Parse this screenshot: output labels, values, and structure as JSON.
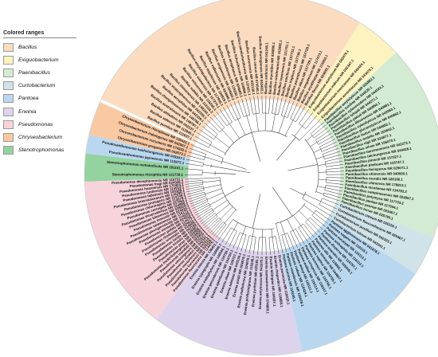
{
  "legend": {
    "title": "Colored ranges",
    "items": [
      {
        "label": "Bacillus",
        "color": "#fbdcc0"
      },
      {
        "label": "Exiguobacterium",
        "color": "#fdf3c0"
      },
      {
        "label": "Paenibacillus",
        "color": "#d2ebd2"
      },
      {
        "label": "Curtobacterium",
        "color": "#cfe3e8"
      },
      {
        "label": "Pantoea",
        "color": "#b9d8f0"
      },
      {
        "label": "Erwinia",
        "color": "#ddd3ec"
      },
      {
        "label": "Pseudomonas",
        "color": "#f7d4dc"
      },
      {
        "label": "Chryseobacterium",
        "color": "#f9c9a4"
      },
      {
        "label": "Stenotrophomonas",
        "color": "#94d29f"
      }
    ]
  },
  "clades": [
    {
      "genus": "Bacillus",
      "color": "#fbdcc0",
      "start": -155,
      "end": -58,
      "leaves": [
        "Bacillus pumilus NR 112637.1",
        "Bacillus safensis NR 113945.1",
        "Bacillus altitudinis NR 042337.1",
        "Bacillus australimaris NR 148787.1",
        "Bacillus zhangzhouensis NR 148786.1",
        "Bacillus aerophilus NR 042339.1",
        "Bacillus stratosphericus NR 042336.1",
        "Bacillus xiamenensis NR 148244.1",
        "Bacillus subtilis NR 112116.2",
        "Bacillus velezensis NR 116240.1",
        "Bacillus siamensis NR 117274.1",
        "Bacillus amyloliquefaciens NR 117946.1",
        "Bacillus tequilensis NR 104919.1",
        "Bacillus vallismortis NR 024696.1",
        "Bacillus mojavensis NR 024693.1",
        "Bacillus halotolerans NR 115282.1",
        "Bacillus atrophaeus NR 024689.1",
        "Bacillus licheniformis NR 118996.1",
        "Bacillus paralicheniformis NR 137421.1",
        "Bacillus sonorensis NR 025130.1",
        "Bacillus cereus NR 074540.1",
        "Bacillus thuringiensis NR 043403.1",
        "Bacillus anthracis NR 041248.1",
        "Bacillus mycoides NR 036880.1",
        "Bacillus wiedmannii NR 152692.1",
        "Bacillus toyonensis NR 121761.1",
        "Bacillus pacificus NR 157733.1",
        "Bacillus tropicus NR 157736.1",
        "Bacillus paranthracis NR 157728.1",
        "Bacillus albus NR 157729.1",
        "Bacillus megaterium NR 117473.1",
        "Bacillus aryabhattai NR 115953.1",
        "Bacillus flexus NR 024691.1"
      ]
    },
    {
      "genus": "Exiguobacterium",
      "color": "#fdf3c0",
      "start": -58,
      "end": -43,
      "leaves": [
        "Exiguobacterium acetylicum NR 043479.1",
        "Exiguobacterium indicum NR 042347.1",
        "Exiguobacterium mexicanum NR 042424.1",
        "Exiguobacterium aurantiacum NR 043478.1"
      ]
    },
    {
      "genus": "Paenibacillus",
      "color": "#d2ebd2",
      "start": -43,
      "end": 20,
      "leaves": [
        "Paenibacillus amylolyticus NR 025882.1",
        "Paenibacillus tundrae NR 044525.1",
        "Paenibacillus xylanexedens NR 044524.1",
        "Paenibacillus tylopili NR 044271.1",
        "Paenibacillus pabuli NR 040853.1",
        "Paenibacillus illinoisensis NR 040881.1",
        "Paenibacillus xylanilyticus NR 043063.1",
        "Paenibacillus glucanolyticus NR 040882.1",
        "Paenibacillus lautus NR 040882.1",
        "Paenibacillus mobilis NR 163842.1",
        "Paenibacillus elgii NR 024877.1",
        "Paenibacillus silvae NR 156070.1",
        "Paenibacillus barcinonensis NR 042272.1",
        "Paenibacillus taichungensis NR 044428.1",
        "Paenibacillus pinisoli NR 137327.1",
        "Paenibacillus pinihumi NR 116747.1",
        "Paenibacillus favisporus NR 029071.1",
        "Paenibacillus ehimensis NR 040920.1",
        "Paenibacillus muralis NR 180160.1",
        "Paenibacillus chinensis NR 178813.1",
        "Paenibacillus nicotianae NR 134783.2",
        "Paenibacillus campinasensis NR 024857.1",
        "Paenibacillus polymyxa NR 117733.2",
        "Paenibacillus jamilae NR 117034.1",
        "Paenibacillus peoriae NR 023457.1",
        "Paenibacillus terrae NR 025795.1"
      ]
    },
    {
      "genus": "Curtobacterium",
      "color": "#cfe3e8",
      "start": 20,
      "end": 33,
      "leaves": [
        "Curtobacterium citreum NR 026156.1",
        "Curtobacterium flaccumfaciens NR 025467.1",
        "Curtobacterium pusillum NR 042323.1",
        "Curtobacterium luteum NR 043341.1"
      ]
    },
    {
      "genus": "Pantoea",
      "color": "#b9d8f0",
      "start": 33,
      "end": 78,
      "leaves": [
        "Pantoea agglomerans NR 041978.1",
        "Pantoea vagans NR 116115.1",
        "Pantoea eucalypti NR 116113.1",
        "Pantoea anthophila NR 116112.1",
        "Pantoea dispersa NR 116797.1",
        "Pantoea ananatis NR 026045.1",
        "Pantoea allii NR 115865.1",
        "Pantoea stewartii NR 044807.1",
        "Pantoea septica NR 116755.1",
        "Pantoea brenneri NR 116756.1",
        "Pantoea conspicua NR 116247.1",
        "Pantoea wallisii NR 116114.1",
        "Pantoea deleyi NR 116111.1",
        "Pantoea rodasii NR 118429.1",
        "Pantoea rwandensis NR 118428.1",
        "Pantoea eucrina NR 116246.1"
      ]
    },
    {
      "genus": "Erwinia",
      "color": "#ddd3ec",
      "start": 78,
      "end": 127,
      "leaves": [
        "Erwinia persicina NR 118432.1",
        "Erwinia rhapontici NR 118858.1",
        "Erwinia billingiae NR 104937.1",
        "Erwinia tasmaniensis NR 074869.1",
        "Erwinia amylovora NR 041970.1",
        "Erwinia pyrifoliae NR 025181.1",
        "Erwinia piriflorinigrans NR 116248.1",
        "Erwinia mallotivora NR 104879.1",
        "Erwinia psidii NR 024879.1",
        "Erwinia toletana NR 043130.1",
        "Erwinia oleae NR 109707.1",
        "Erwinia aphidicola NR 104724.1",
        "Erwinia gerundensis NR 134755.1",
        "Erwinia endophytica NR 146044.1",
        "Erwinia typographi NR 116686.1",
        "Erwinia iniecta NR 136451.1"
      ]
    },
    {
      "genus": "Pseudomonas",
      "color": "#f7d4dc",
      "start": 127,
      "end": 178,
      "leaves": [
        "Pseudomonas fluorescens NR 114476.1",
        "Pseudomonas koreensis NR 025228.1",
        "Pseudomonas moraviensis NR 043314.1",
        "Pseudomonas reinekei NR 042541.1",
        "Pseudomonas umsongensis NR 025227.1",
        "Pseudomonas mandelii NR 024902.1",
        "Pseudomonas frederiksbergensis NR 028906.1",
        "Pseudomonas poae NR 028986.1",
        "Pseudomonas trivialis NR 028987.1",
        "Pseudomonas lurida NR 042199.1",
        "Pseudomonas orientalis NR 024909.1",
        "Pseudomonas rhodesiae NR 024911.1",
        "Pseudomonas putida NR 114479.1",
        "Pseudomonas monteilii NR 024910.1",
        "Pseudomonas plecoglossicida NR 114226.1",
        "Pseudomonas taiwanensis NR 116172.1",
        "Pseudomonas mosselii NR 024924.1",
        "Pseudomonas kilonensis NR 028929.1",
        "Pseudomonas thivervalensis NR 024898.1",
        "Pseudomonas corrugata NR 037055.1",
        "Pseudomonas chlororaphis NR 113578.1",
        "Pseudomonas protegens NR 114749.1",
        "Pseudomonas brassicacearum NR 116299.1",
        "Pseudomonas bijieensis NR 159168.1",
        "Pseudomonas lundensis NR 114919.1",
        "Pseudomonas huaxiensis NR 170404.1",
        "Pseudomonas fragi NR 024946.1",
        "Pseudomonas deceptionensis NR 116731.1"
      ]
    },
    {
      "genus": "Stenotrophomonas",
      "color": "#94d29f",
      "start": 178,
      "end": 187,
      "leaves": [
        "Stenotrophomonas rhizophila NR 121739.1",
        "Stenotrophomonas nematodicola NR 181151.1"
      ]
    },
    {
      "genus": "Pantoea",
      "color": "#b9d8f0",
      "start": 187,
      "end": 193,
      "leaves": [
        "Pseudoxanthomonas japonensis NR 113972.1",
        "Pseudoxanthomonas kaohsiungensis NR 043347.1"
      ]
    },
    {
      "genus": "Chryseobacterium",
      "color": "#f9c9a4",
      "start": 193,
      "end": 204,
      "leaves": [
        "Chryseobacterium gregarium NR 042573.1",
        "Chryseobacterium cucumeris NR 174342.1",
        "Chryseobacterium indologenes NR 042507.1",
        "Chryseobacterium rhizoplanae NR 136422.1"
      ]
    }
  ]
}
